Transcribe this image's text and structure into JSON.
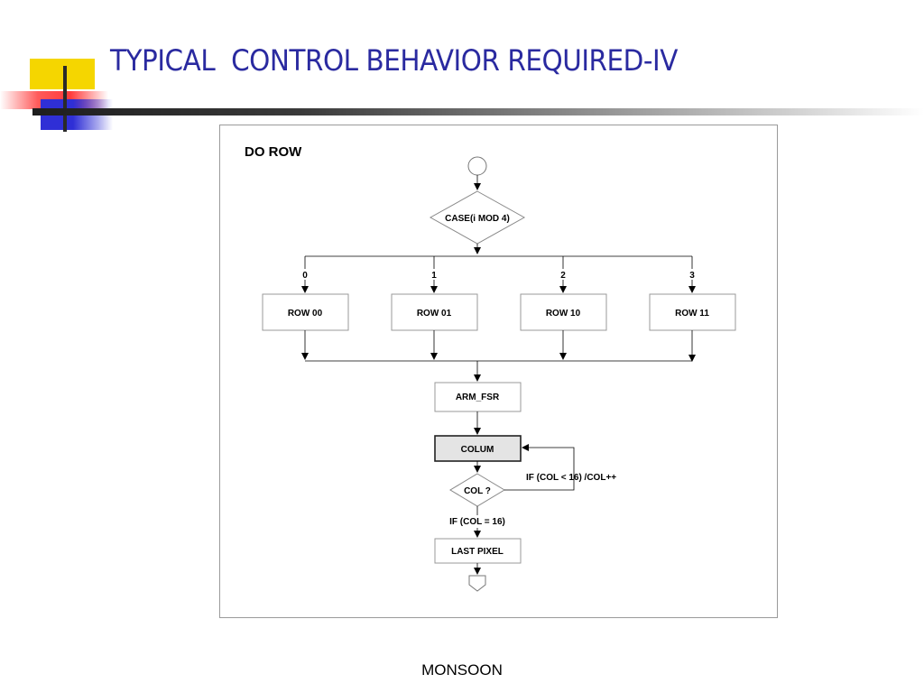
{
  "slide": {
    "title": "TYPICAL  CONTROL BEHAVIOR REQUIRED-IV",
    "footer": "MONSOON",
    "title_color": "#2a2aa0"
  },
  "diagram": {
    "title": "DO ROW",
    "decision_case": "CASE(i MOD 4)",
    "branches": [
      {
        "case": "0",
        "action": "ROW 00"
      },
      {
        "case": "1",
        "action": "ROW 01"
      },
      {
        "case": "2",
        "action": "ROW 10"
      },
      {
        "case": "3",
        "action": "ROW 11"
      }
    ],
    "arm_fsr": "ARM_FSR",
    "colum": "COLUM",
    "decision_col": "COL ?",
    "loop_condition": "IF (COL < 16) /COL++",
    "exit_condition": "IF (COL = 16)",
    "last_pixel": "LAST PIXEL"
  }
}
